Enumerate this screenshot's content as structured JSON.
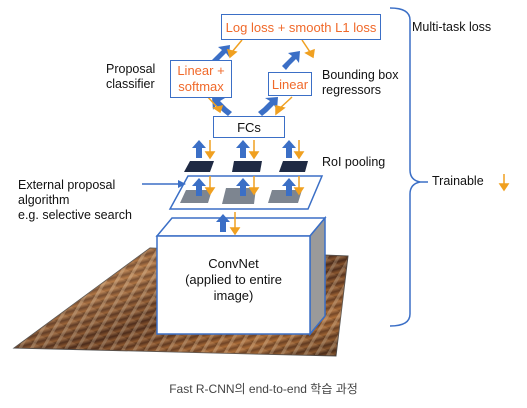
{
  "diagram": {
    "loss_box": "Log loss + smooth L1 loss",
    "multitask_label": "Multi-task loss",
    "classifier_label_line1": "Proposal",
    "classifier_label_line2": "classifier",
    "linear_softmax_line1": "Linear +",
    "linear_softmax_line2": "softmax",
    "linear_box": "Linear",
    "bbox_label_line1": "Bounding box",
    "bbox_label_line2": "regressors",
    "fcs_box": "FCs",
    "roi_label": "RoI pooling",
    "external_line1": "External proposal",
    "external_line2": "algorithm",
    "external_line3": "e.g. selective search",
    "trainable_label": "Trainable",
    "convnet_line1": "ConvNet",
    "convnet_line2": "(applied to entire",
    "convnet_line3": "image)"
  },
  "caption": "Fast R-CNN의 end-to-end 학습 과정",
  "colors": {
    "blue": "#3b6fc6",
    "orange": "#f0a020",
    "dark_cell": "#1f2a44",
    "gray_cell": "#7d8590"
  }
}
